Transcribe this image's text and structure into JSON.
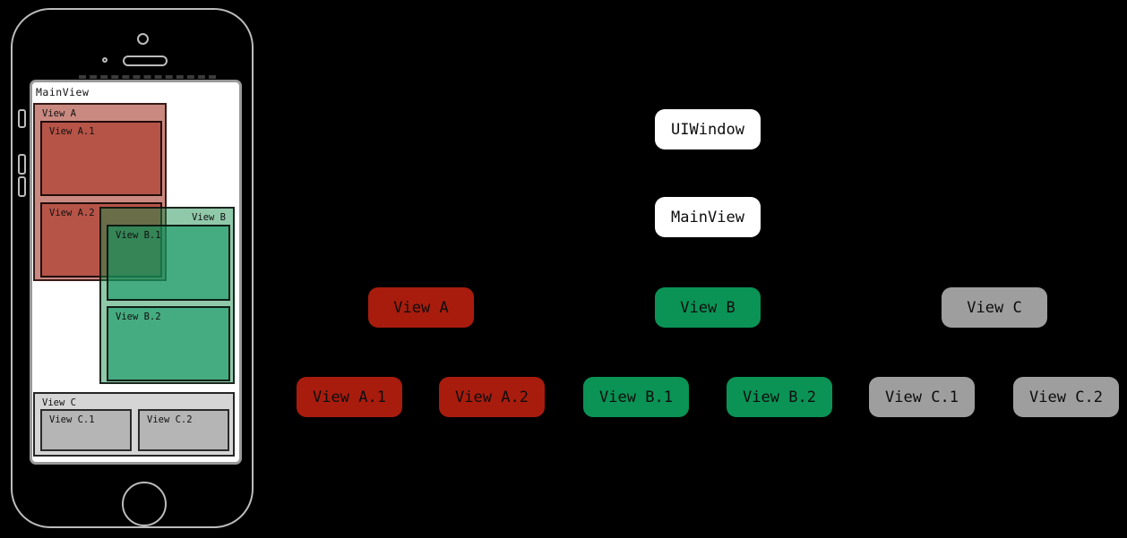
{
  "colors": {
    "white_node": "#ffffff",
    "red_node": "#a81c0e",
    "green_node": "#0a9355",
    "gray_node": "#9e9e9e",
    "view_a_fill": "rgba(166,58,44,0.6)",
    "subview_a_fill": "rgba(166,40,25,0.55)",
    "view_b_fill": "rgba(20,140,75,0.47)",
    "subview_b_fill": "rgba(16,150,98,0.58)",
    "view_c_fill": "#d5d5d5",
    "subview_c_fill": "#b5b5b5"
  },
  "phone": {
    "main_view_label": "MainView",
    "view_a": {
      "label": "View A",
      "child1": "View A.1",
      "child2": "View A.2"
    },
    "view_b": {
      "label": "View B",
      "child1": "View B.1",
      "child2": "View B.2"
    },
    "view_c": {
      "label": "View C",
      "child1": "View C.1",
      "child2": "View C.2"
    }
  },
  "hierarchy": {
    "uiwindow": "UIWindow",
    "mainview": "MainView",
    "view_a": "View A",
    "view_b": "View B",
    "view_c": "View C",
    "view_a1": "View A.1",
    "view_a2": "View A.2",
    "view_b1": "View B.1",
    "view_b2": "View B.2",
    "view_c1": "View C.1",
    "view_c2": "View C.2"
  }
}
